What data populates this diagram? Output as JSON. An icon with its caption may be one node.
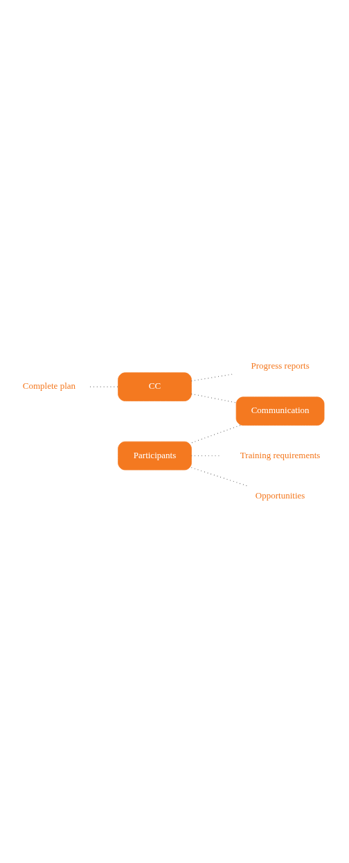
{
  "diagram": {
    "nodes": [
      {
        "text": [
          "Complete plan"
        ]
      },
      {
        "text": [
          "CC"
        ]
      },
      {
        "text": [
          "Communication"
        ]
      },
      {
        "text": [
          "Progress reports"
        ]
      },
      {
        "text": [
          "Participants"
        ]
      },
      {
        "text": [
          "Training requirements"
        ]
      },
      {
        "text": [
          "Opportunities"
        ]
      }
    ],
    "edges": [
      {
        "from": 0,
        "to": 1,
        "arrow": "none"
      },
      {
        "from": 1,
        "to": 2,
        "arrow": "none"
      },
      {
        "from": 1,
        "to": 3,
        "arrow": "none"
      },
      {
        "from": 2,
        "to": 4,
        "arrow": "none"
      },
      {
        "from": 4,
        "to": 5,
        "arrow": "none"
      },
      {
        "from": 4,
        "to": 6,
        "arrow": "none"
      }
    ]
  }
}
